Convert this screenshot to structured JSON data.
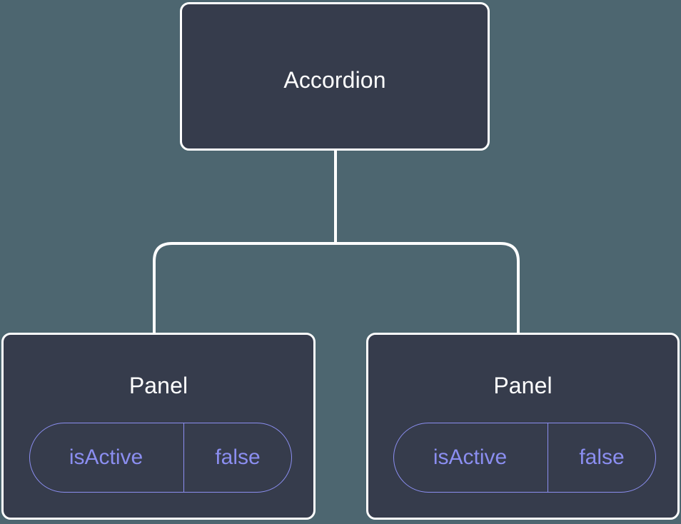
{
  "diagram": {
    "type": "component-tree",
    "background_color": "#4d6670",
    "node_fill_color": "#363c4c",
    "node_border_color": "#ffffff",
    "edge_color": "#ffffff",
    "accent_color": "#8b8ef0",
    "title_color": "#ffffff"
  },
  "root": {
    "label": "Accordion"
  },
  "children": [
    {
      "label": "Panel",
      "prop": {
        "key": "isActive",
        "value": "false"
      }
    },
    {
      "label": "Panel",
      "prop": {
        "key": "isActive",
        "value": "false"
      }
    }
  ]
}
